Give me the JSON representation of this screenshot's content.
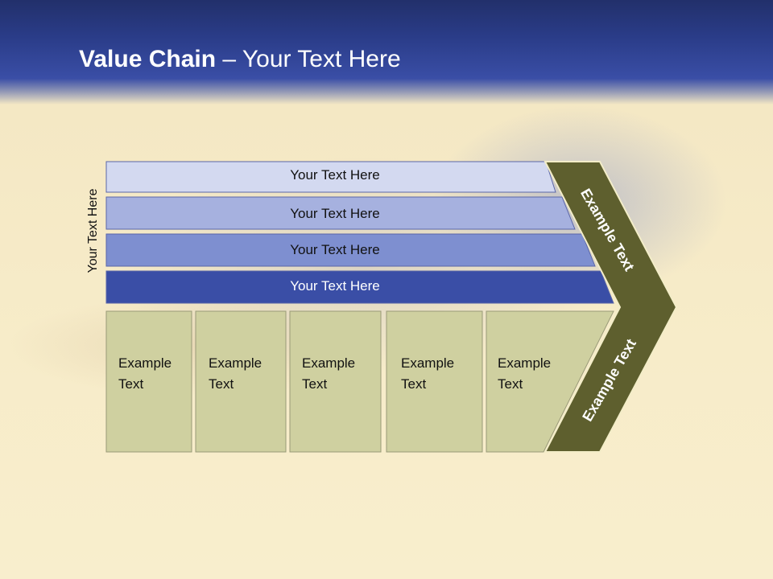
{
  "title": {
    "bold": "Value Chain",
    "rest": " – Your Text Here"
  },
  "side_label": "Your Text Here",
  "rows": [
    {
      "label": "Your Text Here",
      "fill": "#d3d9f0",
      "text_color": "#111111"
    },
    {
      "label": "Your Text Here",
      "fill": "#a6b1df",
      "text_color": "#111111"
    },
    {
      "label": "Your Text Here",
      "fill": "#7e8fd0",
      "text_color": "#111111"
    },
    {
      "label": "Your Text Here",
      "fill": "#3a4ea6",
      "text_color": "#ffffff"
    }
  ],
  "boxes": [
    {
      "line1": "Example",
      "line2": "Text"
    },
    {
      "line1": "Example",
      "line2": "Text"
    },
    {
      "line1": "Example",
      "line2": "Text"
    },
    {
      "line1": "Example",
      "line2": "Text"
    },
    {
      "line1": "Example",
      "line2": "Text"
    }
  ],
  "chevron": {
    "upper_label": "Example Text",
    "lower_label": "Example Text",
    "fill": "#5e5f2e"
  },
  "colors": {
    "header_blue": "#2a3c88",
    "box_fill": "#cfd0a0",
    "box_stroke": "#9a9a78",
    "background": "#f5e9c4"
  }
}
